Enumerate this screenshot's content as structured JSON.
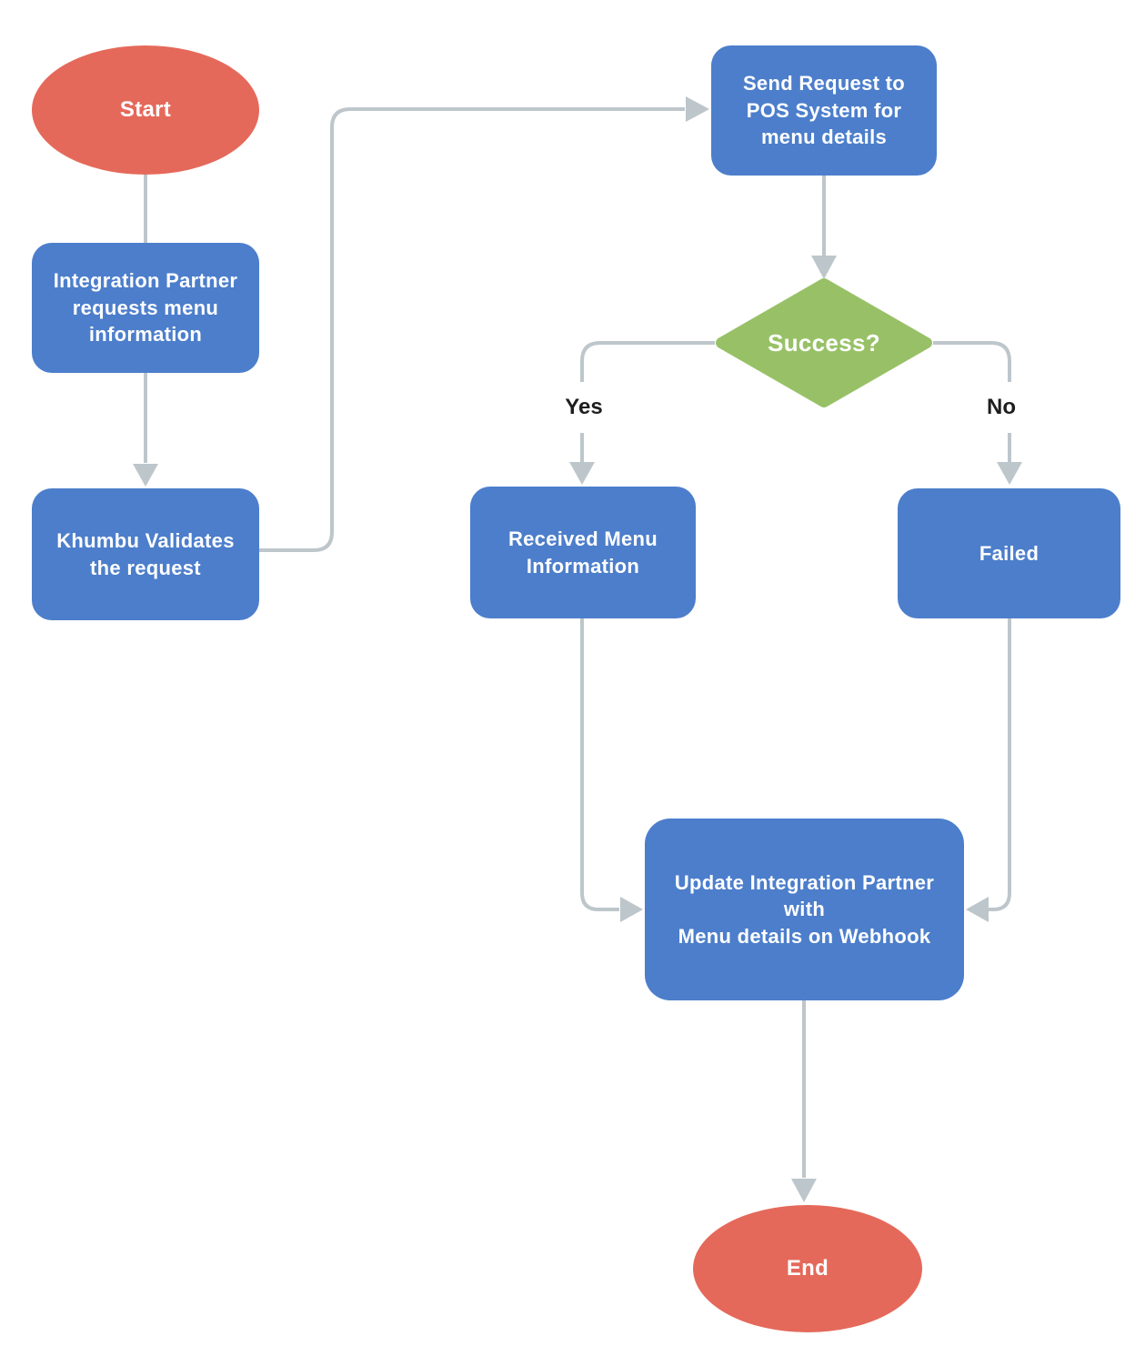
{
  "colors": {
    "process_fill": "#4C7ECB",
    "terminator_fill": "#E5695A",
    "decision_fill": "#98C167",
    "connector": "#BDC6CB",
    "node_text": "#FFFFFF",
    "edge_label_text": "#1E1E1E",
    "background": "#FFFFFF"
  },
  "nodes": {
    "start": {
      "type": "terminator",
      "label": "Start"
    },
    "request_menu_info": {
      "type": "process",
      "label": "Integration Partner\nrequests menu\ninformation"
    },
    "validate_request": {
      "type": "process",
      "label": "Khumbu Validates\nthe request"
    },
    "send_request_pos": {
      "type": "process",
      "label": "Send Request to\nPOS System for\nmenu details"
    },
    "success_decision": {
      "type": "decision",
      "label": "Success?"
    },
    "received_menu_info": {
      "type": "process",
      "label": "Received Menu\nInformation"
    },
    "failed": {
      "type": "process",
      "label": "Failed"
    },
    "update_integration_partner": {
      "type": "process",
      "label": "Update Integration Partner\nwith\nMenu details on Webhook"
    },
    "end": {
      "type": "terminator",
      "label": "End"
    }
  },
  "edges": {
    "start_to_request": {
      "from": "start",
      "to": "request_menu_info"
    },
    "request_to_validate": {
      "from": "request_menu_info",
      "to": "validate_request"
    },
    "validate_to_send_request": {
      "from": "validate_request",
      "to": "send_request_pos"
    },
    "send_request_to_decision": {
      "from": "send_request_pos",
      "to": "success_decision"
    },
    "success_yes": {
      "from": "success_decision",
      "to": "received_menu_info",
      "label": "Yes"
    },
    "success_no": {
      "from": "success_decision",
      "to": "failed",
      "label": "No"
    },
    "received_to_update": {
      "from": "received_menu_info",
      "to": "update_integration_partner"
    },
    "failed_to_update": {
      "from": "failed",
      "to": "update_integration_partner"
    },
    "update_to_end": {
      "from": "update_integration_partner",
      "to": "end"
    }
  }
}
